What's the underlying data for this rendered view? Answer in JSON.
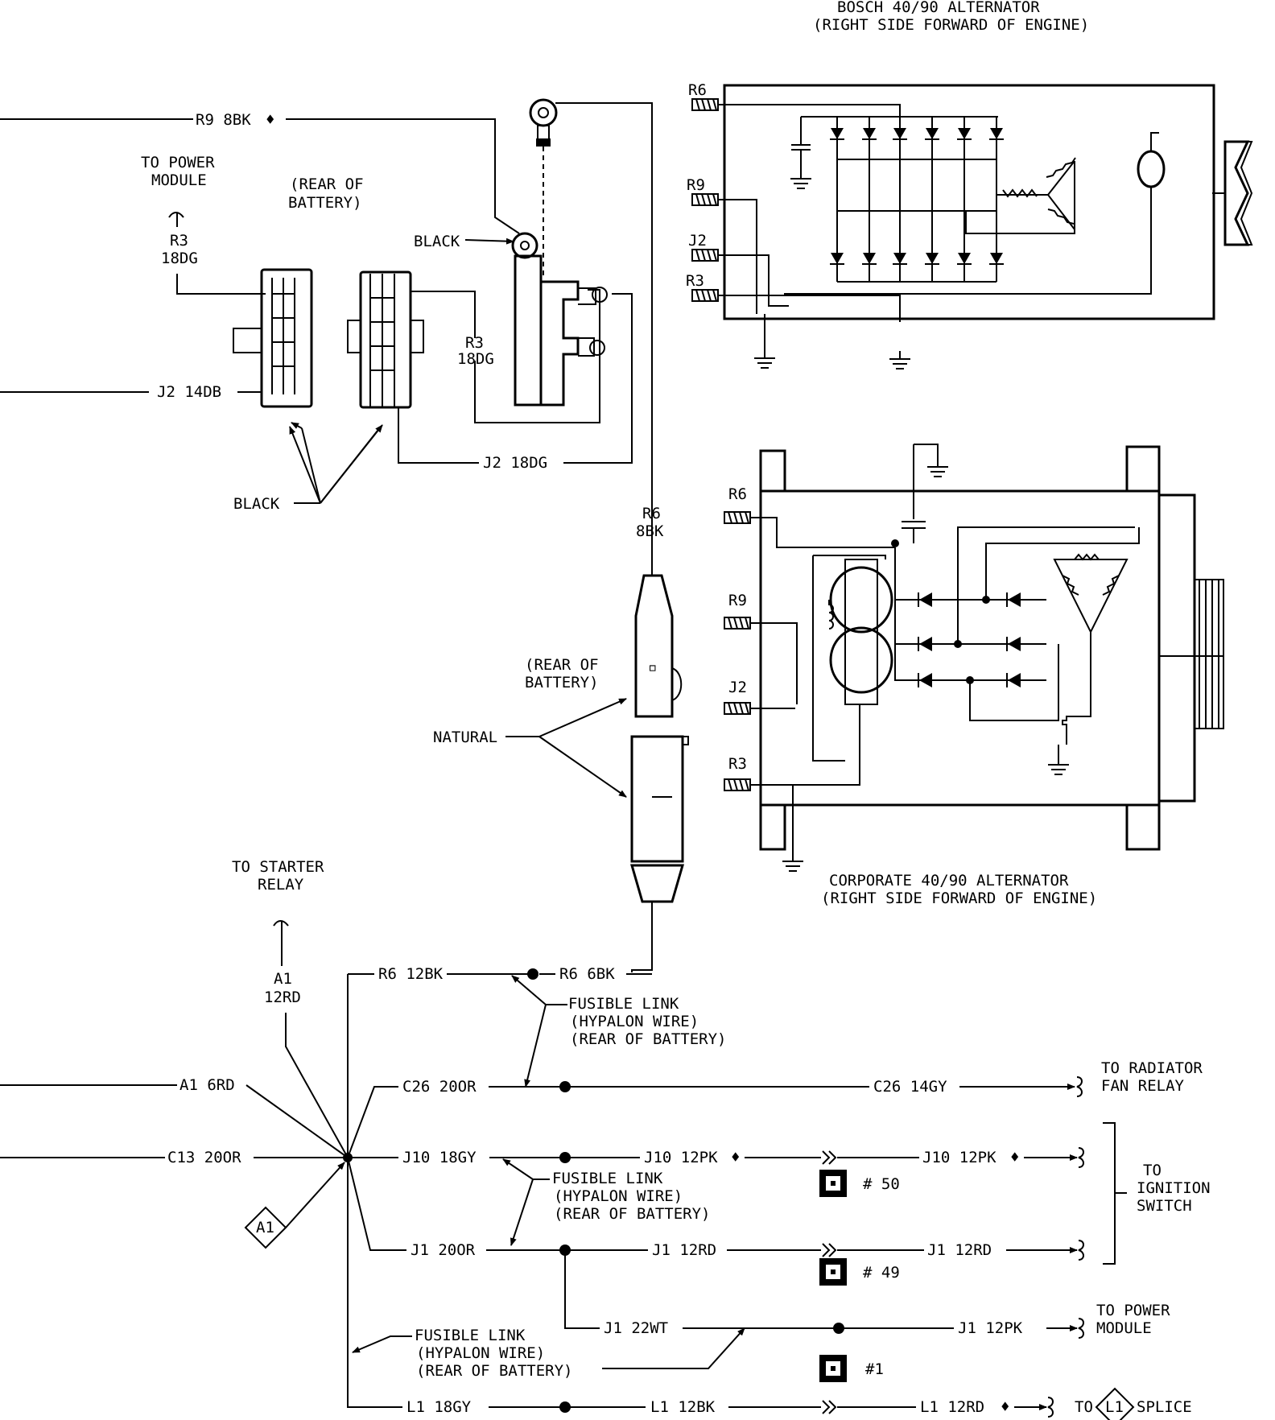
{
  "labels": {
    "bosch_title": "BOSCH 40/90 ALTERNATOR",
    "bosch_sub": "(RIGHT SIDE FORWARD OF ENGINE)",
    "corp_title": "CORPORATE 40/90 ALTERNATOR",
    "corp_sub": "(RIGHT SIDE FORWARD OF ENGINE)",
    "to_power_module_1": "TO POWER",
    "to_power_module_2": "MODULE",
    "rear_battery_1a": "(REAR OF",
    "rear_battery_1b": "BATTERY)",
    "rear_battery_2a": "(REAR OF",
    "rear_battery_2b": "BATTERY)",
    "black_top": "BLACK",
    "black_bottom": "BLACK",
    "natural": "NATURAL",
    "to_starter_1": "TO STARTER",
    "to_starter_2": "RELAY",
    "fl1_a": "FUSIBLE LINK",
    "fl1_b": "(HYPALON WIRE)",
    "fl1_c": "(REAR OF BATTERY)",
    "fl2_a": "FUSIBLE LINK",
    "fl2_b": "(HYPALON WIRE)",
    "fl2_c": "(REAR OF BATTERY)",
    "fl3_a": "FUSIBLE LINK",
    "fl3_b": "(HYPALON WIRE)",
    "fl3_c": "(REAR OF BATTERY)",
    "to_radiator_1": "TO RADIATOR",
    "to_radiator_2": "FAN RELAY",
    "to_ignition_1": "TO",
    "to_ignition_2": "IGNITION",
    "to_ignition_3": "SWITCH",
    "to_pm_b1": "TO POWER",
    "to_pm_b2": "MODULE",
    "to_splice_a": "TO",
    "to_splice_b": "SPLICE",
    "splice_id": "L1",
    "a1_diamond": "A1",
    "conn50": "# 50",
    "conn49": "# 49",
    "conn1": "#1"
  },
  "wires": {
    "r9_8bk": "R9 8BK",
    "r3_18dg_a": "R3",
    "r3_18dg_b": "18DG",
    "j2_14db": "J2 14DB",
    "r3_18dg_c": "R3",
    "r3_18dg_d": "18DG",
    "j2_18dg": "J2 18DG",
    "r6_8bk_a": "R6",
    "r6_8bk_b": "8BK",
    "a1_12rd_a": "A1",
    "a1_12rd_b": "12RD",
    "r6_12bk": "R6 12BK",
    "r6_6bk": "R6 6BK",
    "a1_6rd": "A1 6RD",
    "c26_20or": "C26 20OR",
    "c26_14gy": "C26 14GY",
    "c13_20or": "C13 20OR",
    "j10_18gy": "J10 18GY",
    "j10_12pk_a": "J10 12PK",
    "j10_12pk_b": "J10 12PK",
    "j1_20or": "J1 20OR",
    "j1_12rd_a": "J1 12RD",
    "j1_12rd_b": "J1 12RD",
    "j1_22wt": "J1 22WT",
    "j1_12pk": "J1 12PK",
    "l1_18gy": "L1 18GY",
    "l1_12bk": "L1 12BK",
    "l1_12rd": "L1 12RD"
  },
  "terminals": {
    "b_r6": "R6",
    "b_r9": "R9",
    "b_j2": "J2",
    "b_r3": "R3",
    "c_r6": "R6",
    "c_r9": "R9",
    "c_j2": "J2",
    "c_r3": "R3"
  }
}
